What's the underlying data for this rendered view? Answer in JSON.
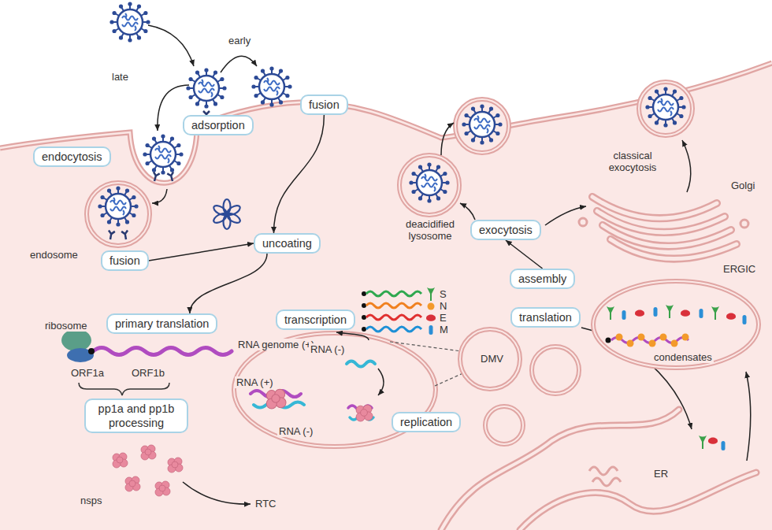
{
  "diagram": {
    "nodes": [
      {
        "text": [
          "adsorption"
        ]
      },
      {
        "text": [
          "fusion"
        ]
      },
      {
        "text": [
          "endocytosis"
        ]
      },
      {
        "text": [
          "fusion"
        ]
      },
      {
        "text": [
          "uncoating"
        ]
      },
      {
        "text": [
          "primary translation"
        ]
      },
      {
        "text": [
          "pp1a and pp1b processing"
        ]
      },
      {
        "text": [
          "replication"
        ]
      },
      {
        "text": [
          "transcription"
        ]
      },
      {
        "text": [
          "translation"
        ]
      },
      {
        "text": [
          "assembly"
        ]
      },
      {
        "text": [
          "exocytosis"
        ]
      }
    ],
    "edges": [
      {
        "from": 1,
        "to": 4,
        "arrow": "to"
      },
      {
        "from": 3,
        "to": 4,
        "arrow": "to"
      },
      {
        "from": 4,
        "to": 5,
        "arrow": "to"
      },
      {
        "from": 10,
        "to": 11,
        "arrow": "to"
      }
    ],
    "labels": [
      "early",
      "late",
      "endosome",
      "ribosome",
      "RNA genome (+)",
      "ORF1a",
      "ORF1b",
      "nsps",
      "RTC",
      "RNA (+)",
      "RNA (-)",
      "RNA (-)",
      "S",
      "N",
      "E",
      "M",
      "DMV",
      "ER",
      "ERGIC",
      "condensates",
      "deacidified lysosome",
      "classical exocytosis",
      "Golgi"
    ]
  }
}
